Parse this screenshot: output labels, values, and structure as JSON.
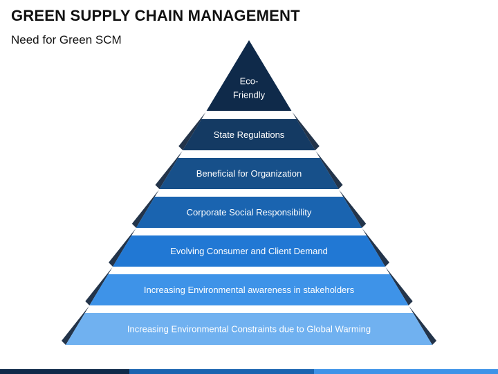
{
  "title": "GREEN SUPPLY CHAIN MANAGEMENT",
  "subtitle": "Need for Green SCM",
  "apex": {
    "lines": [
      "Eco-",
      "Friendly"
    ],
    "color": "#0f2a4a"
  },
  "levels": [
    {
      "label": "State Regulations",
      "color": "#143a63"
    },
    {
      "label": "Beneficial for Organization",
      "color": "#17508a"
    },
    {
      "label": "Corporate Social Responsibility",
      "color": "#1a64b0"
    },
    {
      "label": "Evolving Consumer and Client Demand",
      "color": "#2178d4"
    },
    {
      "label": "Increasing Environmental awareness in stakeholders",
      "color": "#3e93e8"
    },
    {
      "label": "Increasing Environmental Constraints due to Global Warming",
      "color": "#70b1f0"
    }
  ],
  "colors": {
    "text": "#ffffff",
    "edge": "#0b1e36",
    "bottom_bar": [
      "#0f2a4a",
      "#1a64b0",
      "#3e93e8"
    ]
  }
}
